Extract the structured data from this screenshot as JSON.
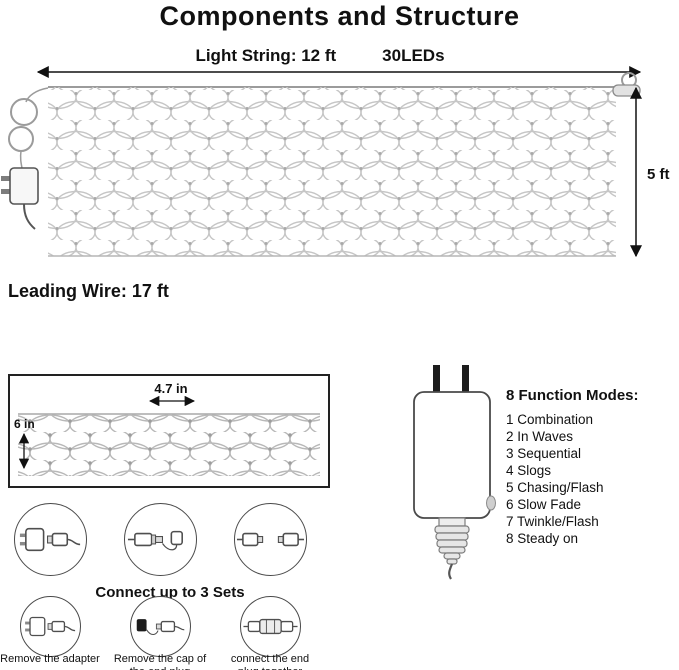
{
  "title": "Components and Structure",
  "net": {
    "light_string_label": "Light String: 12 ft",
    "leds_label": "30LEDs",
    "height_label": "5 ft"
  },
  "leading_wire_label": "Leading Wire: 17 ft",
  "detail_box": {
    "width_label": "4.7 in",
    "height_label": "6 in"
  },
  "modes": {
    "title": "8 Function Modes:",
    "items": [
      "1 Combination",
      "2 In Waves",
      "3 Sequential",
      "4 Slogs",
      "5 Chasing/Flash",
      "6 Slow Fade",
      "7 Twinkle/Flash",
      "8 Steady on"
    ]
  },
  "connect": {
    "title": "Connect up to 3 Sets",
    "captions": [
      "Remove the adapter",
      "Remove the cap of the end plug",
      "connect the end plug together"
    ]
  },
  "colors": {
    "text": "#111111",
    "net_wire": "#c6c6c6"
  }
}
